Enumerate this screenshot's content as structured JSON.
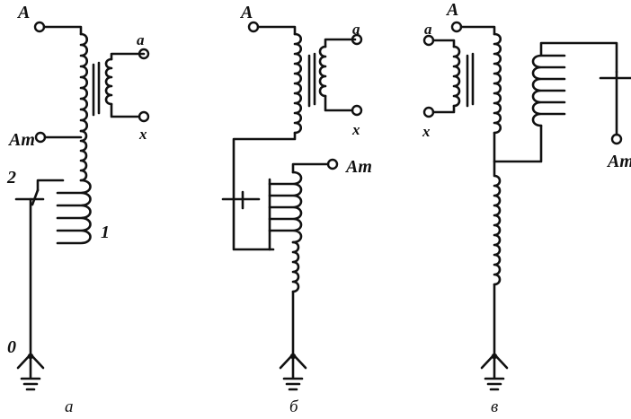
{
  "diagrams": [
    {
      "caption": "а",
      "labels": {
        "A": "A",
        "Am": "Am",
        "a": "a",
        "x": "x",
        "two": "2",
        "one": "1",
        "zero": "0"
      }
    },
    {
      "caption": "б",
      "labels": {
        "A": "A",
        "Am": "Am",
        "a": "a",
        "x": "x"
      }
    },
    {
      "caption": "в",
      "labels": {
        "A": "A",
        "Am": "Am",
        "a": "a",
        "x": "x"
      }
    }
  ]
}
